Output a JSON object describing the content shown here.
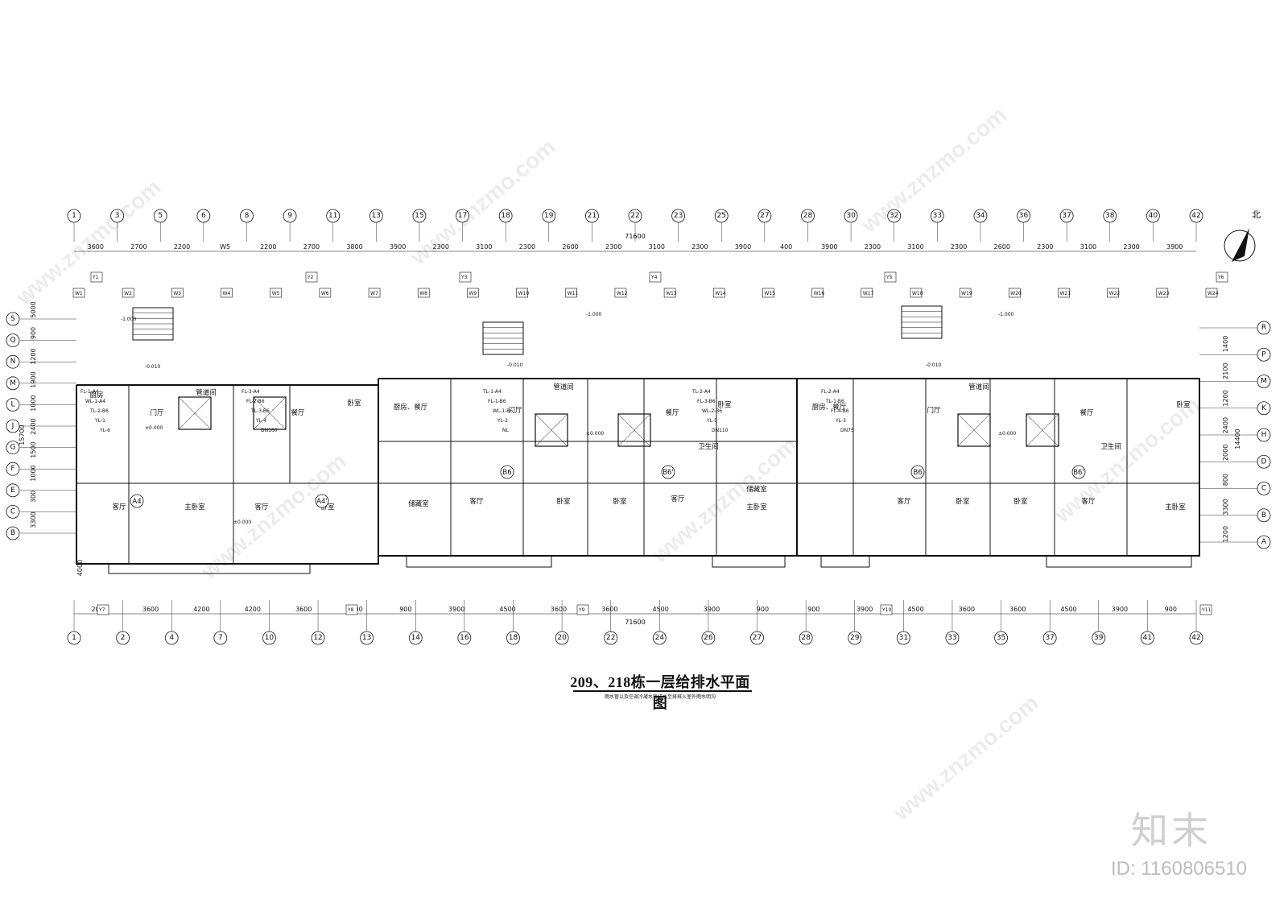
{
  "drawing": {
    "title": "209、218栋一层给排水平面图",
    "subtitle": "雨水管以及空调冷凝水管排水至排排入室外雨水明沟",
    "north": "北",
    "total_dim_top": "71600",
    "total_dim_bottom": "71600",
    "elevation_stair": "-1.000",
    "elevation_entry": "-0.010",
    "elevation_floor": "±0.000"
  },
  "axes_top": [
    "1",
    "3",
    "5",
    "6",
    "8",
    "9",
    "11",
    "13",
    "15",
    "17",
    "18",
    "19",
    "21",
    "22",
    "23",
    "25",
    "27",
    "28",
    "30",
    "32",
    "33",
    "34",
    "36",
    "37",
    "38",
    "40",
    "42"
  ],
  "axes_bottom": [
    "1",
    "2",
    "4",
    "7",
    "10",
    "12",
    "13",
    "14",
    "16",
    "18",
    "20",
    "22",
    "24",
    "26",
    "27",
    "28",
    "29",
    "31",
    "33",
    "35",
    "37",
    "39",
    "41",
    "42"
  ],
  "axes_left": [
    "S",
    "Q",
    "N",
    "M",
    "L",
    "J",
    "G",
    "F",
    "E",
    "C",
    "B"
  ],
  "axes_right": [
    "R",
    "P",
    "M",
    "K",
    "H",
    "D",
    "C",
    "B",
    "A"
  ],
  "dims_top": [
    "3600",
    "2700",
    "2200",
    "W5",
    "2200",
    "2700",
    "3800",
    "3900",
    "2300",
    "3100",
    "2300",
    "2600",
    "2300",
    "3100",
    "2300",
    "3900",
    "400",
    "3900",
    "2300",
    "3100",
    "2300",
    "2600",
    "2300",
    "3100",
    "2300",
    "3900"
  ],
  "dims_bottom": [
    "2000",
    "3600",
    "4200",
    "4200",
    "3600",
    "2000",
    "900",
    "3900",
    "4500",
    "3600",
    "3600",
    "4500",
    "3900",
    "900",
    "900",
    "3900",
    "4500",
    "3600",
    "3600",
    "4500",
    "3900",
    "900"
  ],
  "dims_left": [
    "5000",
    "900",
    "1200",
    "1900",
    "1000",
    "2400",
    "1500",
    "1000",
    "300",
    "3300"
  ],
  "dims_right": [
    "1400",
    "2100",
    "1200",
    "2400",
    "2000",
    "800",
    "3300",
    "1200"
  ],
  "total_left": "15700",
  "total_right": "14400",
  "bottom_left_dim": "4000",
  "rooms": [
    "厨房",
    "门厅",
    "餐厅",
    "卧室",
    "客厅",
    "主卧室",
    "客厅",
    "卧室",
    "储藏室",
    "厨房、餐厅",
    "门厅",
    "客厅",
    "卧室",
    "卧室",
    "客厅",
    "主卧室",
    "储藏室",
    "厨房、餐厅",
    "门厅",
    "客厅",
    "卧室",
    "卧室",
    "客厅",
    "主卧室",
    "餐厅",
    "卧室",
    "餐厅",
    "卧室",
    "管道间",
    "管道间",
    "管道间",
    "卫生间",
    "卫生间"
  ],
  "unit_tags": [
    "A4",
    "A4'",
    "B6",
    "B6'",
    "B6",
    "B6'"
  ],
  "y_tags": [
    "Y1",
    "Y2",
    "Y3",
    "Y4",
    "Y5",
    "Y6",
    "Y7",
    "Y8",
    "Y9",
    "Y10",
    "Y11"
  ],
  "w_tags": [
    "W1",
    "W2",
    "W3",
    "W4",
    "W5",
    "W6",
    "W7",
    "W8",
    "W9",
    "W10",
    "W11",
    "W12",
    "W13",
    "W14",
    "W15",
    "W16",
    "W17",
    "W18",
    "W19",
    "W20",
    "W21",
    "W22",
    "W23",
    "W24"
  ],
  "riser_labels": [
    "FL-1-A4",
    "TL-1-A4",
    "FL-2-A4",
    "FL-3-A4",
    "TL-2-A4",
    "WL-1-A4",
    "FL-1-B6",
    "TL-1-B6",
    "FL-2-B6",
    "FL-3-B6",
    "TL-2-B6",
    "WL-1-B6",
    "FL-4-B6",
    "TL-3-B6",
    "WL-2-B6",
    "YL-1",
    "YL-2",
    "YL-3",
    "YL-4",
    "YL-5",
    "YL-6",
    "NL",
    "DN75",
    "DN160",
    "DN110"
  ],
  "brand": "知末",
  "id_text": "ID: 1160806510",
  "watermark": "www.znzmo.com"
}
